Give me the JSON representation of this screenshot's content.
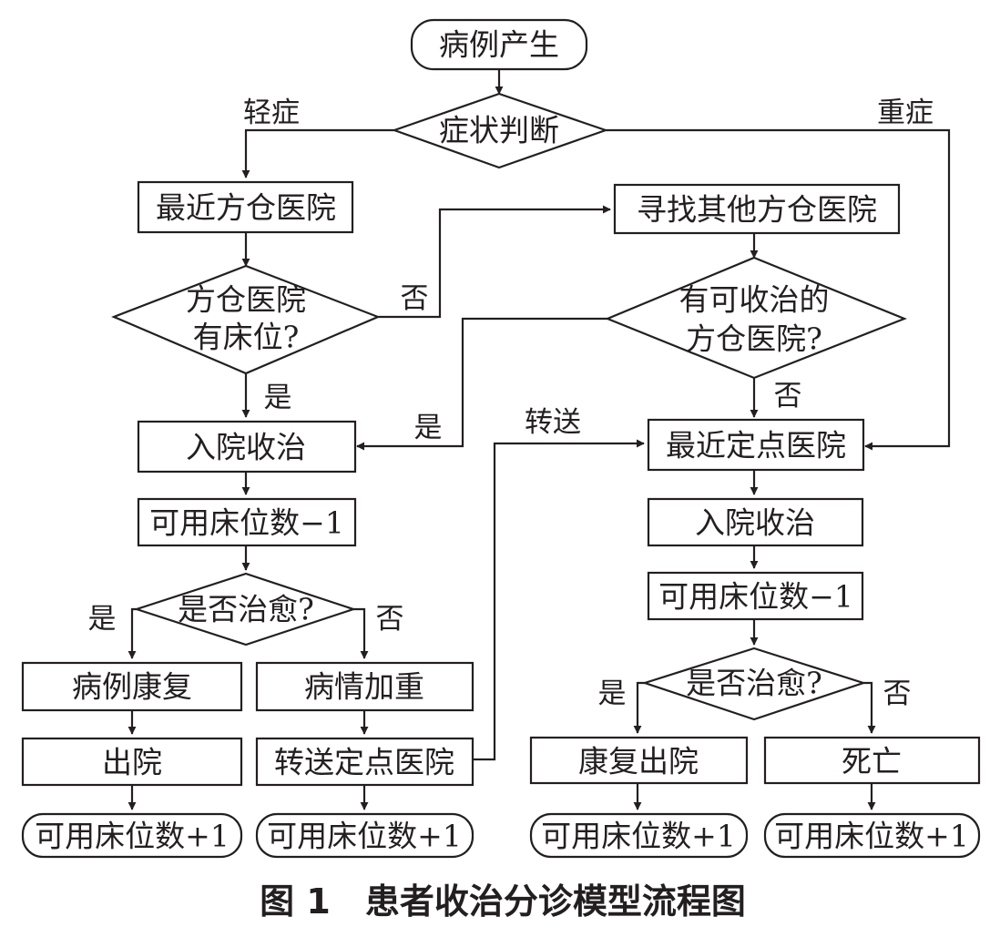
{
  "nodes": {
    "start": "病例产生",
    "symptom": "症状判断",
    "nearest_fangcang": "最近方仓医院",
    "find_other": "寻找其他方仓医院",
    "has_bed_line1": "方仓医院",
    "has_bed_line2": "有床位?",
    "can_admit_line1": "有可收治的",
    "can_admit_line2": "方仓医院?",
    "admit_left": "入院收治",
    "nearest_designated": "最近定点医院",
    "beds_minus_left": "可用床位数−1",
    "admit_right": "入院收治",
    "cured_left": "是否治愈?",
    "beds_minus_right": "可用床位数−1",
    "recovered": "病例康复",
    "worsened": "病情加重",
    "cured_right": "是否治愈?",
    "discharge": "出院",
    "transfer_designated": "转送定点医院",
    "recovered_discharge": "康复出院",
    "death": "死亡",
    "beds_plus_1": "可用床位数+1",
    "beds_plus_2": "可用床位数+1",
    "beds_plus_3": "可用床位数+1",
    "beds_plus_4": "可用床位数+1"
  },
  "edge_labels": {
    "mild": "轻症",
    "severe": "重症",
    "no_bed": "否",
    "yes_bed": "是",
    "yes_admit": "是",
    "no_admit": "否",
    "transfer": "转送",
    "cured_yes_left": "是",
    "cured_no_left": "否",
    "cured_yes_right": "是",
    "cured_no_right": "否"
  },
  "caption": "图 1　患者收治分诊模型流程图"
}
